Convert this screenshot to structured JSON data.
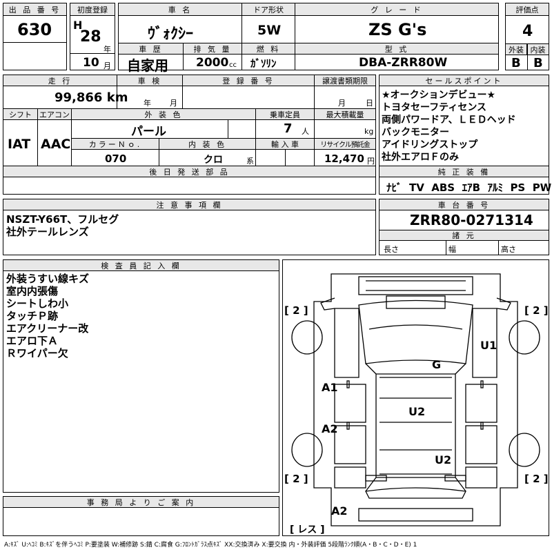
{
  "header": {
    "lot_label": "出 品 番 号",
    "lot": "630",
    "first_reg_label": "初度登録",
    "era": "H",
    "year": "28",
    "year_unit": "年",
    "month": "10",
    "month_unit": "月",
    "name_label": "車 名",
    "name": "ｳﾞｫｸｼｰ",
    "door_label": "ドア形状",
    "door": "5W",
    "grade_label": "グ レ ー ド",
    "grade": "ZS G's",
    "score_label": "評価点",
    "score": "4",
    "history_label": "車 歴",
    "history": "自家用",
    "disp_label": "排 気 量",
    "disp": "2000",
    "disp_unit": "cc",
    "fuel_label": "燃 料",
    "fuel": "ｶﾞｿﾘﾝ",
    "model_label": "型 式",
    "model": "DBA-ZRR80W",
    "ext_label": "外装",
    "ext": "B",
    "int_label": "内装",
    "int": "B"
  },
  "row2": {
    "mileage_label": "走 行",
    "mileage": "99,866 km",
    "shaken_label": "車 検",
    "shaken_year": "年",
    "shaken_month": "月",
    "plate_label": "登 録 番 号",
    "transfer_label": "譲渡書類期限",
    "transfer_month": "月",
    "transfer_day": "日",
    "shift_label": "シフト",
    "shift": "IAT",
    "ac_label": "エアコン",
    "ac": "AAC",
    "color_label": "外 装 色",
    "color": "パール",
    "capacity_label": "乗車定員",
    "capacity": "7",
    "capacity_unit": "人",
    "load_label": "最大積載量",
    "load_unit": "kg",
    "color_no_label": "カラーＮｏ.",
    "color_no": "070",
    "interior_label": "内 装 色",
    "interior": "クロ",
    "interior_unit": "系",
    "import_label": "輸 入 車",
    "recycle_label": "リサイクル預託金",
    "recycle": "12,470",
    "recycle_unit": "円",
    "later_label": "後 日 発 送 部 品"
  },
  "sales": {
    "label": "セールスポイント",
    "items": [
      "★オークションデビュー★",
      "トヨタセーフティセンス",
      "両側パワードア、ＬＥＤヘッド",
      "バックモニター",
      "アイドリングストップ",
      "社外エアロＦのみ"
    ]
  },
  "equip": {
    "label": "純 正 装 備",
    "items": [
      "ﾅﾋﾞ",
      "TV",
      "ABS",
      "ｴｱB",
      "ｱﾙﾐ",
      "PS",
      "PW"
    ]
  },
  "notes": {
    "label": "注 意 事 項 欄",
    "items": [
      "NSZT-Y66T、フルセグ",
      "社外テールレンズ"
    ]
  },
  "chassis": {
    "label": "車 台 番 号",
    "value": "ZRR80-0271314",
    "spec_label": "諸 元",
    "length": "長さ",
    "width": "幅",
    "height": "高さ"
  },
  "inspector": {
    "label": "検 査 員 記 入 欄",
    "items": [
      "外装うすい線キズ",
      "室内内張傷",
      "シートしわ小",
      "タッチＰ跡",
      "エアクリーナー改",
      "エアロ下Ａ",
      "Ｒワイパー欠"
    ]
  },
  "office": {
    "label": "事 務 局 よ り ご 案 内"
  },
  "diagram": {
    "tire_tl": "[ 2 ]",
    "tire_tr": "[ 2 ]",
    "tire_bl": "[ 2 ]",
    "tire_br": "[ 2 ]",
    "spare": "[ レス ]",
    "marks": {
      "u1": "U1",
      "g": "G",
      "a1": "A1",
      "u2a": "U2",
      "a2": "A2",
      "u2b": "U2",
      "a2b": "A2"
    }
  },
  "legend": "A:ｷｽﾞ U:ﾍｺﾐ B:ｷｽﾞを伴うﾍｺﾐ P:要塗装 W:補修跡 S:錆 C:腐食 G:ﾌﾛﾝﾄｶﾞﾗｽ点ｷｽﾞ XX:交換済み X:要交換  内・外装評価  5段階ﾗﾝｸ順(A・B・C・D・E) 1"
}
